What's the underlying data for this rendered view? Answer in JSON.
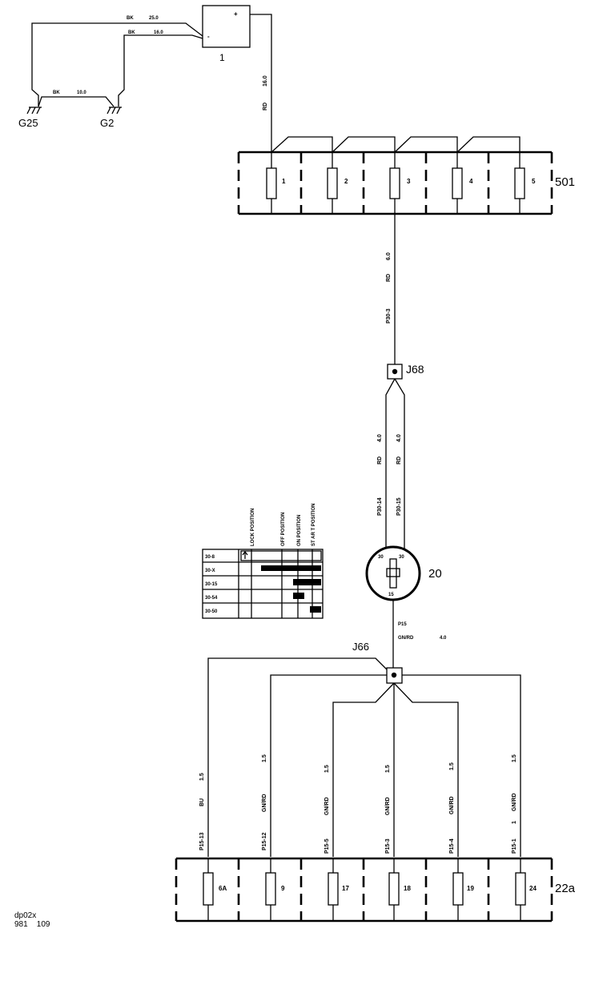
{
  "battery": {
    "id": "1",
    "plus": "+",
    "minus": "-"
  },
  "battery_wires": {
    "w1": {
      "color": "BK",
      "size": "25.0"
    },
    "w2": {
      "color": "BK",
      "size": "16.0"
    },
    "w3": {
      "color": "BK",
      "size": "10.0"
    },
    "feed": {
      "color": "RD",
      "size": "16.0"
    }
  },
  "grounds": [
    "G25",
    "G2"
  ],
  "fuse_box_top": {
    "id": "501",
    "fuses": [
      "1",
      "2",
      "3",
      "4",
      "5"
    ]
  },
  "wire_501_j68": {
    "color": "RD",
    "size": "6.0",
    "pin": "P30-3"
  },
  "connector_j68": "J68",
  "wire_j68_left": {
    "color": "RD",
    "size": "4.0",
    "pin": "P30-14"
  },
  "wire_j68_right": {
    "color": "RD",
    "size": "4.0",
    "pin": "P30-15"
  },
  "ignition_switch": {
    "id": "20",
    "term_left": "30",
    "term_right": "30",
    "term_bottom": "15"
  },
  "switch_table": {
    "positions": [
      "LOCK POSITION",
      "OFF POSITION",
      "ON POSITION",
      "ST  AR  T  POSITION"
    ],
    "rows": [
      "30-8",
      "30-X",
      "30-15",
      "30-54",
      "30-50"
    ]
  },
  "wire_20_j66": {
    "pin": "P15",
    "color": "GN/RD",
    "size": "4.0"
  },
  "connector_j66": "J66",
  "branch_wires": [
    {
      "size": "1.5",
      "color": "BU",
      "pin": "P15-13"
    },
    {
      "size": "1.5",
      "color": "GN/RD",
      "pin": "P15-12"
    },
    {
      "size": "1.5",
      "color": "GN/RD",
      "pin": "P15-5"
    },
    {
      "size": "1.5",
      "color": "GN/RD",
      "pin": "P15-3"
    },
    {
      "size": "1.5",
      "color": "GN/RD",
      "pin": "P15-4"
    },
    {
      "size": "1.5",
      "color": "GN/RD",
      "pin": "P15-1",
      "extra": "1"
    }
  ],
  "fuse_box_bottom": {
    "id": "22a",
    "fuses": [
      "6A",
      "9",
      "17",
      "18",
      "19",
      "24"
    ]
  },
  "footer": {
    "line1": "dp02x",
    "line2": "981    109"
  }
}
